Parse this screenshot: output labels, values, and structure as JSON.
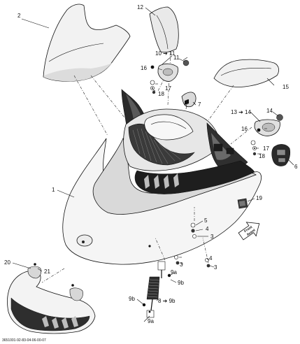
{
  "diagram": {
    "drawing_code": "3651001-92-83-04-06-00-07",
    "front_label": [
      "Front",
      "Avant"
    ],
    "callouts": [
      {
        "id": "c-1",
        "text": "1"
      },
      {
        "id": "c-2",
        "text": "2"
      },
      {
        "id": "c-3a",
        "text": "3"
      },
      {
        "id": "c-3b",
        "text": "3"
      },
      {
        "id": "c-3c",
        "text": "3"
      },
      {
        "id": "c-4a",
        "text": "4"
      },
      {
        "id": "c-4b",
        "text": "4"
      },
      {
        "id": "c-5",
        "text": "5"
      },
      {
        "id": "c-6",
        "text": "6"
      },
      {
        "id": "c-7",
        "text": "7"
      },
      {
        "id": "c-8",
        "text": "8 ➔ 9b"
      },
      {
        "id": "c-9a-a",
        "text": "9a"
      },
      {
        "id": "c-9a-b",
        "text": "9a"
      },
      {
        "id": "c-9b-a",
        "text": "9b"
      },
      {
        "id": "c-9b-b",
        "text": "9b"
      },
      {
        "id": "c-10",
        "text": "10 ➔ 11"
      },
      {
        "id": "c-11",
        "text": "11"
      },
      {
        "id": "c-12",
        "text": "12"
      },
      {
        "id": "c-13",
        "text": "13 ➔ 14"
      },
      {
        "id": "c-14",
        "text": "14"
      },
      {
        "id": "c-15",
        "text": "15"
      },
      {
        "id": "c-16a",
        "text": "16"
      },
      {
        "id": "c-16b",
        "text": "16"
      },
      {
        "id": "c-17a",
        "text": "17"
      },
      {
        "id": "c-17b",
        "text": "17"
      },
      {
        "id": "c-18a",
        "text": "18"
      },
      {
        "id": "c-18b",
        "text": "18"
      },
      {
        "id": "c-19",
        "text": "19"
      },
      {
        "id": "c-20",
        "text": "20"
      },
      {
        "id": "c-21",
        "text": "21"
      }
    ]
  }
}
